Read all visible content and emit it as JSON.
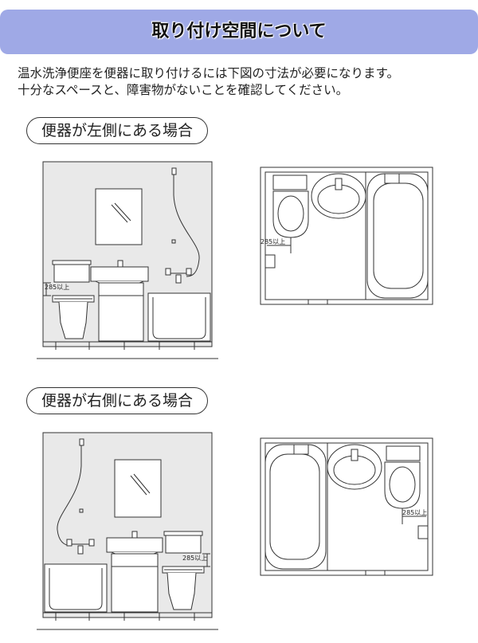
{
  "header": {
    "title": "取り付け空間について"
  },
  "intro": {
    "line1": "温水洗浄便座を便器に取り付けるには下図の寸法が必要になります。",
    "line2": "十分なスペースと、障害物がないことを確認してください。"
  },
  "sections": [
    {
      "label": "便器が左側にある場合",
      "elevation_clearance": "285以上",
      "plan_clearance": "285以上"
    },
    {
      "label": "便器が右側にある場合",
      "elevation_clearance": "285以上",
      "plan_clearance": "285以上"
    }
  ],
  "colors": {
    "header_bg": "#9fa9e6",
    "wall": "#e9e9e9",
    "line": "#333333"
  }
}
